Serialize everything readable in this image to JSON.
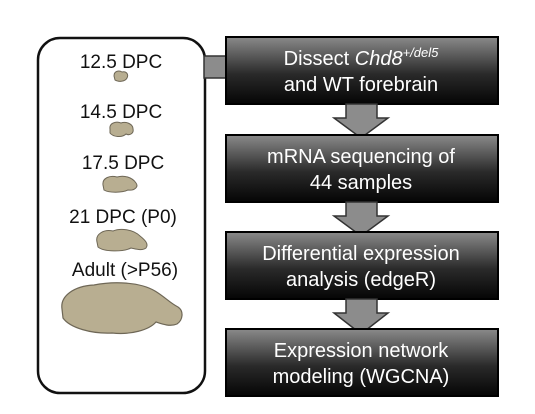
{
  "stages": [
    {
      "label": "12.5 DPC"
    },
    {
      "label": "14.5 DPC"
    },
    {
      "label": "17.5 DPC"
    },
    {
      "label": "21 DPC (P0)"
    },
    {
      "label": "Adult (>P56)"
    }
  ],
  "steps": [
    {
      "lines": [
        {
          "pre": "Dissect ",
          "gene": "Chd8",
          "sup": "+/del5"
        },
        {
          "text": "and WT forebrain"
        }
      ]
    },
    {
      "lines": [
        {
          "text": "mRNA sequencing of"
        },
        {
          "text": "44 samples"
        }
      ]
    },
    {
      "lines": [
        {
          "text": "Differential expression"
        },
        {
          "text": "analysis (edgeR)"
        }
      ]
    },
    {
      "lines": [
        {
          "text": "Expression network"
        },
        {
          "text": "modeling (WGCNA)"
        }
      ]
    }
  ],
  "colors": {
    "brain_fill": "#b8ae91",
    "brain_stroke": "#6e6756",
    "box_dark": "#0a0a0a",
    "box_light": "#8a8a8a",
    "arrow_fill": "#8c8c8c"
  }
}
